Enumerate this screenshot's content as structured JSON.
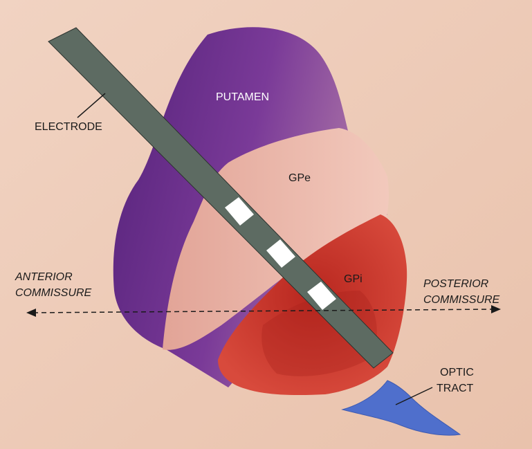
{
  "labels": {
    "putamen": "PUTAMEN",
    "gpe": "GPe",
    "gpi": "GPi",
    "electrode": "ELECTRODE",
    "anterior_line1": "ANTERIOR",
    "anterior_line2": "COMMISSURE",
    "posterior_line1": "POSTERIOR",
    "posterior_line2": "COMMISSURE",
    "optic_line1": "OPTIC",
    "optic_line2": "TRACT"
  },
  "colors": {
    "background": "#EDC9B4",
    "putamen": "#6A2C8C",
    "gpe": "#E9B4A6",
    "gpi": "#C7342A",
    "electrode": "#5F6D64",
    "optic_tract": "#4A6BC8",
    "electrode_contact": "#FFFFFF"
  }
}
